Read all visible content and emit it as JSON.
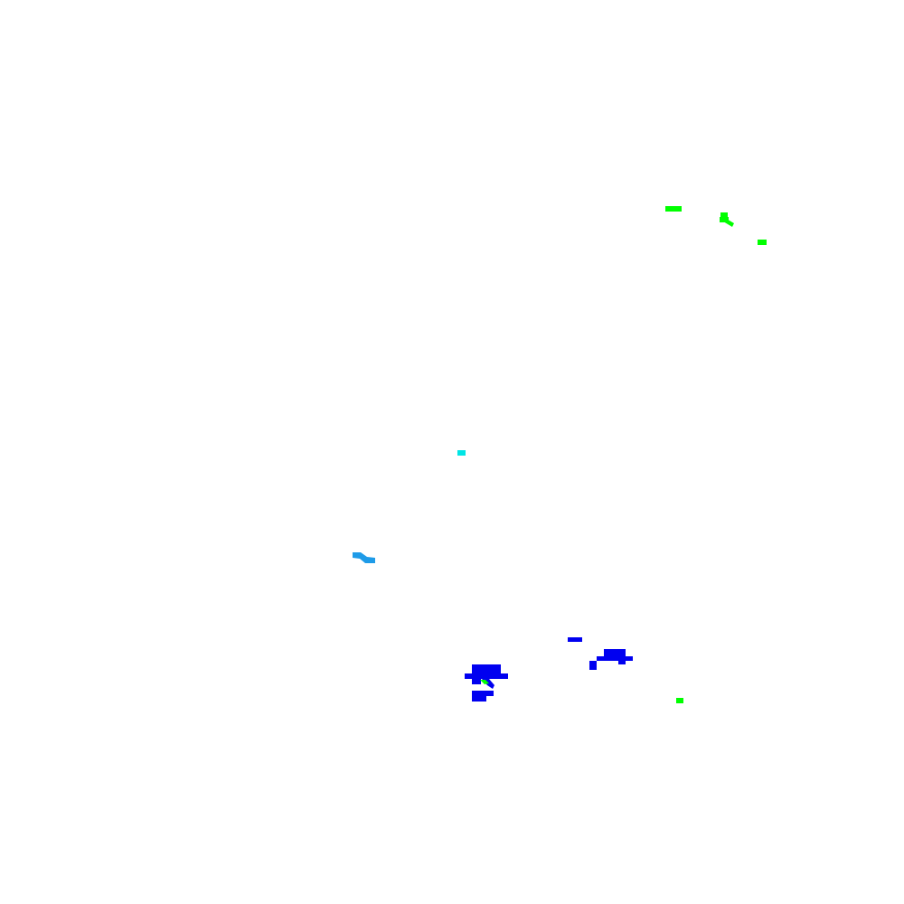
{
  "background_color": "#ffffff",
  "palette": {
    "green": "#00ff00",
    "cyan": "#00e5e5",
    "sky_blue": "#1e9be8",
    "blue": "#0000f0"
  },
  "clusters": [
    {
      "name": "green-cluster-top",
      "color_key": "green"
    },
    {
      "name": "cyan-marker",
      "color_key": "cyan"
    },
    {
      "name": "sky-blue-stroke",
      "color_key": "sky_blue"
    },
    {
      "name": "blue-cluster-bottom",
      "color_key": "blue"
    },
    {
      "name": "green-marker-bottom",
      "color_key": "green"
    }
  ]
}
